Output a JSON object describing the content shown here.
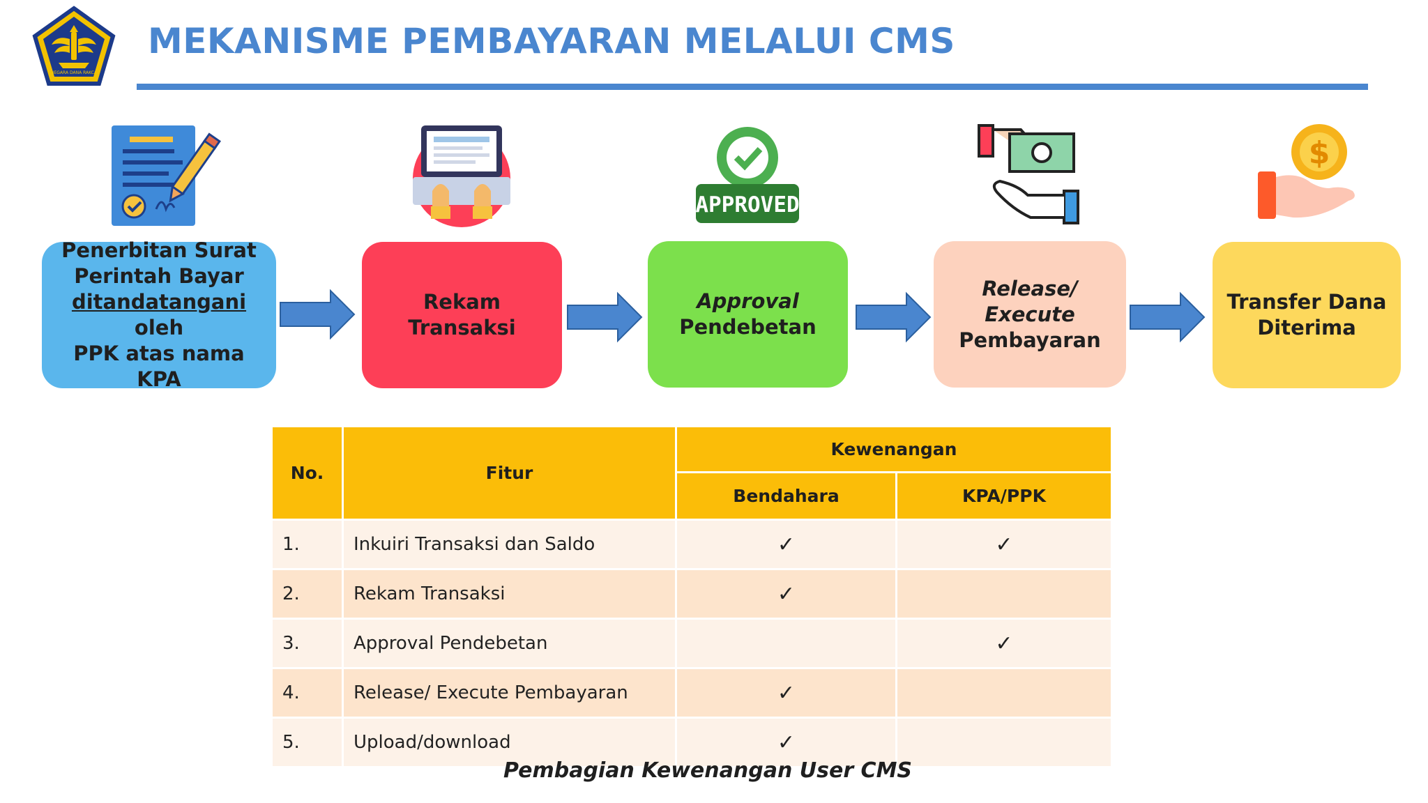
{
  "title": "MEKANISME PEMBAYARAN MELALUI CMS",
  "logo": {
    "icon": "ministry-of-finance-emblem",
    "text": "NEGARA DANA RAKCA"
  },
  "colors": {
    "title": "#4a86cf",
    "step1": "#5ab6ec",
    "step2": "#fd3f57",
    "step3": "#7ce04c",
    "step4": "#fdd2be",
    "step5": "#fdd85c",
    "arrow": "#4a86cf",
    "table_header": "#fbbd08"
  },
  "steps": [
    {
      "icon": "signed-document-icon",
      "line1": "Penerbitan Surat",
      "line2": "Perintah Bayar",
      "line3_underlined": "ditandatangani",
      "line3_rest": " oleh",
      "line4": "PPK atas nama KPA"
    },
    {
      "icon": "laptop-typing-icon",
      "label": "Rekam Transaksi"
    },
    {
      "icon": "approved-badge-icon",
      "badge": "APPROVED",
      "label_italic": "Approval",
      "label": "Pendebetan"
    },
    {
      "icon": "cash-hands-icon",
      "label_italic1": "Release/",
      "label_italic2": "Execute",
      "label": "Pembayaran"
    },
    {
      "icon": "coin-hand-icon",
      "line1": "Transfer Dana",
      "line2": "Diterima"
    }
  ],
  "table": {
    "headers": {
      "no": "No.",
      "fitur": "Fitur",
      "group": "Kewenangan",
      "col1": "Bendahara",
      "col2": "KPA/PPK"
    },
    "check": "✓",
    "rows": [
      {
        "no": "1.",
        "fitur": "Inkuiri Transaksi dan Saldo",
        "bendahara": "✓",
        "kpa": "✓"
      },
      {
        "no": "2.",
        "fitur": "Rekam Transaksi",
        "bendahara": "✓",
        "kpa": ""
      },
      {
        "no": "3.",
        "fitur": "Approval Pendebetan",
        "bendahara": "",
        "kpa": "✓"
      },
      {
        "no": "4.",
        "fitur": "Release/ Execute Pembayaran",
        "bendahara": "✓",
        "kpa": ""
      },
      {
        "no": "5.",
        "fitur": "Upload/download",
        "bendahara": "✓",
        "kpa": ""
      }
    ]
  },
  "caption": "Pembagian Kewenangan User CMS"
}
